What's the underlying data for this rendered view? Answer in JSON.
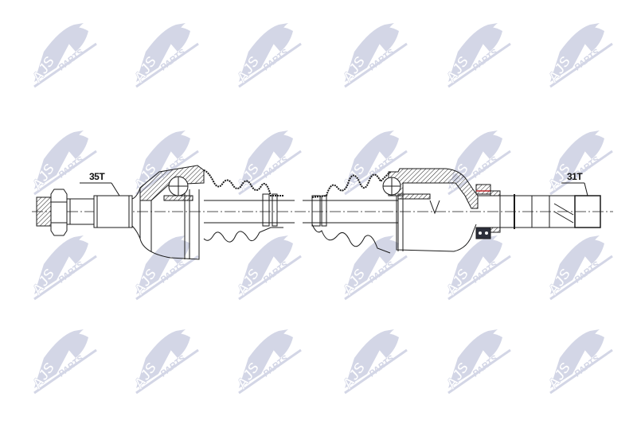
{
  "watermark": {
    "brand": "AJS",
    "suffix": "PARTS",
    "color": "#d3d6e6",
    "grid": {
      "columns": [
        35,
        163,
        292,
        425,
        555,
        683
      ],
      "rows": [
        25,
        160,
        292,
        410
      ]
    }
  },
  "diagram": {
    "subject": "drive-shaft",
    "line_color": "#1a1a1a",
    "accent_color": "#c0282d",
    "labels": {
      "left_spline": "35T",
      "right_spline": "31T"
    }
  }
}
